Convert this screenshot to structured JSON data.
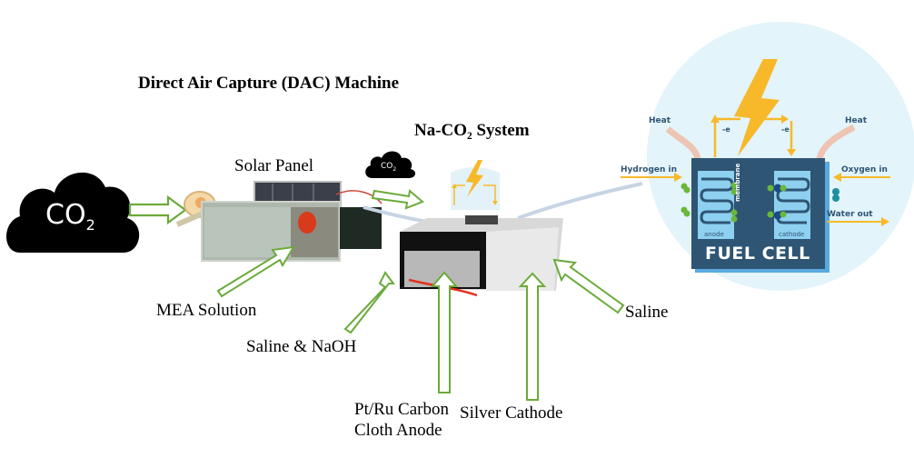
{
  "titles": {
    "dac_machine": "Direct Air Capture (DAC) Machine",
    "na_co2_system": "Na-CO₂ System"
  },
  "clouds": {
    "large": {
      "formula": "CO",
      "subscript": "2"
    },
    "small": {
      "formula": "CO",
      "subscript": "2"
    }
  },
  "labels": {
    "solar_panel": "Solar Panel",
    "mea_solution": "MEA Solution",
    "saline_naoh": "Saline & NaOH",
    "anode_line1": "Pt/Ru Carbon",
    "anode_line2": "Cloth Anode",
    "silver_cathode": "Silver Cathode",
    "saline": "Saline"
  },
  "fuel_cell": {
    "title": "FUEL CELL",
    "heat_left": "Heat",
    "heat_right": "Heat",
    "electron_left": "-e",
    "electron_right": "-e",
    "hydrogen_in": "Hydrogen in",
    "oxygen_in": "Oxygen in",
    "water_out": "Water out",
    "anode": "anode",
    "cathode": "cathode",
    "membrane": "membrane"
  },
  "colors": {
    "arrow_outline": "#6aaa3a",
    "bolt": "#f7b92a",
    "fuel_cell_body": "#2f5574",
    "fuel_cell_circle": "#e3f4fa",
    "cloud": "#000000"
  }
}
